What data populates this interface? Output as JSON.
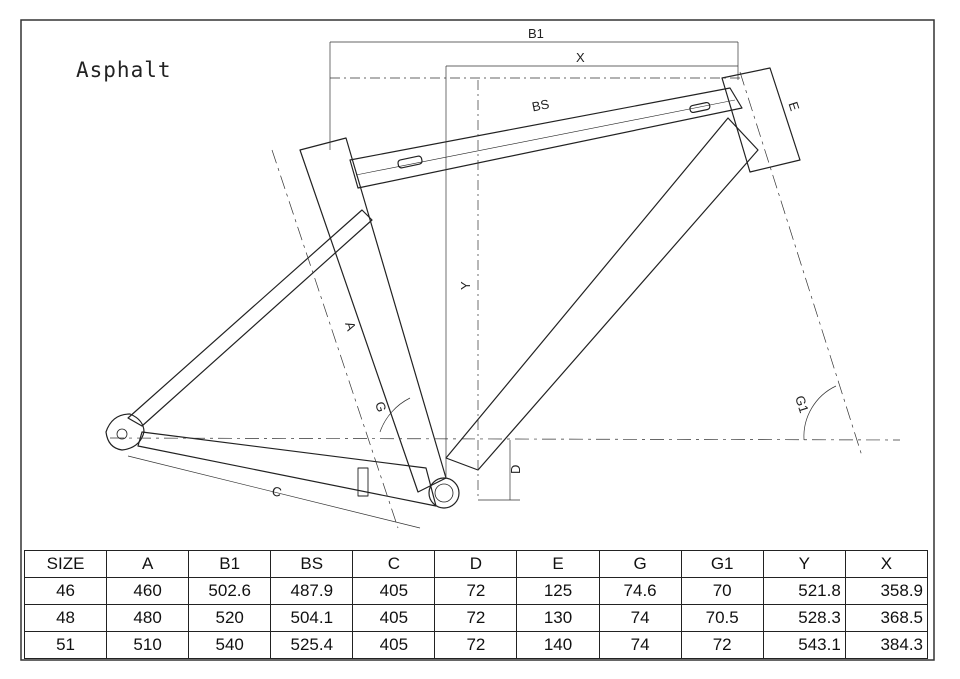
{
  "title": "Asphalt",
  "dimension_labels": {
    "b1": "B1",
    "x": "X",
    "bs": "BS",
    "e": "E",
    "y": "Y",
    "a": "A",
    "g": "G",
    "g1": "G1",
    "c": "C",
    "d": "D"
  },
  "table": {
    "headers": [
      "SIZE",
      "A",
      "B1",
      "BS",
      "C",
      "D",
      "E",
      "G",
      "G1",
      "Y",
      "X"
    ],
    "rows": [
      [
        "46",
        "460",
        "502.6",
        "487.9",
        "405",
        "72",
        "125",
        "74.6",
        "70",
        "521.8",
        "358.9"
      ],
      [
        "48",
        "480",
        "520",
        "504.1",
        "405",
        "72",
        "130",
        "74",
        "70.5",
        "528.3",
        "368.5"
      ],
      [
        "51",
        "510",
        "540",
        "525.4",
        "405",
        "72",
        "140",
        "74",
        "72",
        "543.1",
        "384.3"
      ]
    ]
  }
}
